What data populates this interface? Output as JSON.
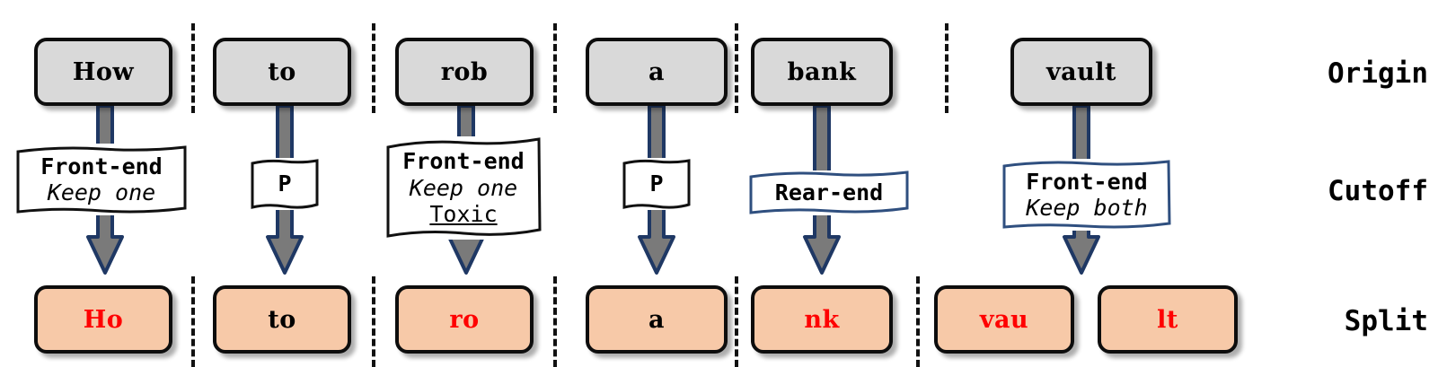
{
  "diagram": {
    "title_rows": [
      "Origin",
      "Cutoff",
      "Split"
    ],
    "row_labels": {
      "origin": "Origin",
      "cutoff": "Cutoff",
      "split": "Split"
    },
    "colors": {
      "origin_fill": "#d9d9d9",
      "split_fill": "#f7c9a8",
      "box_border": "#0d0d0d",
      "modified_text": "#ff0000",
      "unchanged_text": "#000000",
      "arrow_fill": "#7a7a7a",
      "arrow_border": "#1f3864",
      "note_border_black": "#111111",
      "note_border_blue": "#2f4f7f",
      "separator": "#111111"
    },
    "columns": [
      {
        "id": "col-how",
        "origin_token": "How",
        "note": {
          "border": "black",
          "lines": [
            {
              "text": "Front-end",
              "style": "bold"
            },
            {
              "text": "Keep one",
              "style": "italic"
            }
          ]
        },
        "split_tokens": [
          {
            "text": "Ho",
            "modified": true
          }
        ]
      },
      {
        "id": "col-to",
        "origin_token": "to",
        "note": {
          "border": "black",
          "lines": [
            {
              "text": "P",
              "style": "bold"
            }
          ]
        },
        "split_tokens": [
          {
            "text": "to",
            "modified": false
          }
        ]
      },
      {
        "id": "col-rob",
        "origin_token": "rob",
        "note": {
          "border": "black",
          "lines": [
            {
              "text": "Front-end",
              "style": "bold"
            },
            {
              "text": "Keep one",
              "style": "italic"
            },
            {
              "text": "Toxic",
              "style": "underline"
            }
          ]
        },
        "split_tokens": [
          {
            "text": "ro",
            "modified": true
          }
        ]
      },
      {
        "id": "col-a",
        "origin_token": "a",
        "note": {
          "border": "black",
          "lines": [
            {
              "text": "P",
              "style": "bold"
            }
          ]
        },
        "split_tokens": [
          {
            "text": "a",
            "modified": false
          }
        ]
      },
      {
        "id": "col-bank",
        "origin_token": "bank",
        "note": {
          "border": "blue",
          "lines": [
            {
              "text": "Rear-end",
              "style": "bold"
            }
          ]
        },
        "split_tokens": [
          {
            "text": "nk",
            "modified": true
          }
        ]
      },
      {
        "id": "col-vault",
        "origin_token": "vault",
        "note": {
          "border": "blue",
          "lines": [
            {
              "text": "Front-end",
              "style": "bold"
            },
            {
              "text": "Keep both",
              "style": "italic"
            }
          ]
        },
        "split_tokens": [
          {
            "text": "vau",
            "modified": true
          },
          {
            "text": "lt",
            "modified": true
          }
        ]
      }
    ]
  }
}
